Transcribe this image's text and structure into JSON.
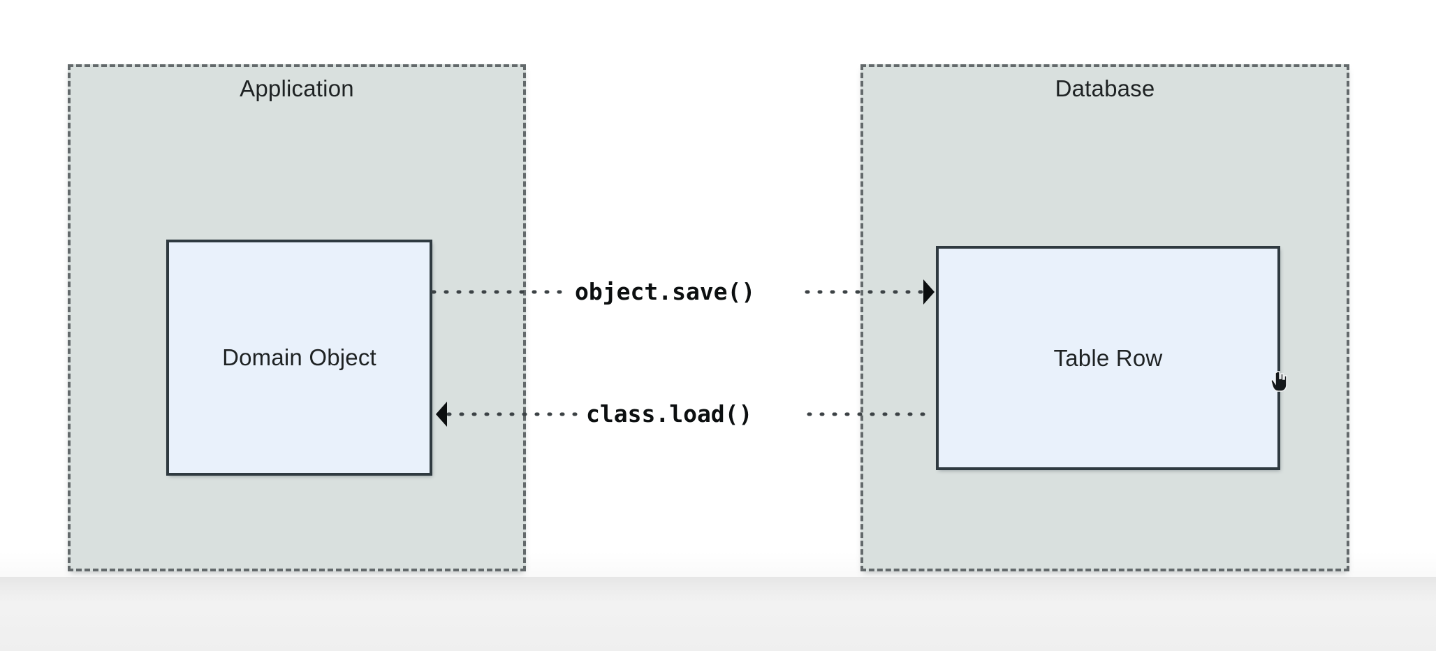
{
  "diagram": {
    "title_visible": false,
    "background_color": "#ffffff",
    "groups": [
      {
        "id": "application",
        "label": "Application",
        "fill": "#d9e0de",
        "border_color": "#63696b",
        "border_style": "dashed"
      },
      {
        "id": "database",
        "label": "Database",
        "fill": "#d9e0de",
        "border_color": "#63696b",
        "border_style": "dashed"
      }
    ],
    "nodes": [
      {
        "id": "domain-object",
        "label": "Domain Object",
        "group": "application",
        "fill": "#e9f1fb",
        "border_color": "#2f3a40"
      },
      {
        "id": "table-row",
        "label": "Table Row",
        "group": "database",
        "fill": "#e9f1fb",
        "border_color": "#2f3a40"
      }
    ],
    "edges": [
      {
        "id": "save",
        "label": "object.save()",
        "from": "domain-object",
        "to": "table-row",
        "direction": "right",
        "line_style": "dotted",
        "arrowhead": "filled-triangle",
        "color": "#3c4245"
      },
      {
        "id": "load",
        "label": "class.load()",
        "from": "table-row",
        "to": "domain-object",
        "direction": "left",
        "line_style": "dotted",
        "arrowhead": "filled-triangle",
        "color": "#3c4245"
      }
    ],
    "cursor": {
      "icon": "grab-hand-cursor",
      "over": "table-row-right-edge"
    }
  }
}
